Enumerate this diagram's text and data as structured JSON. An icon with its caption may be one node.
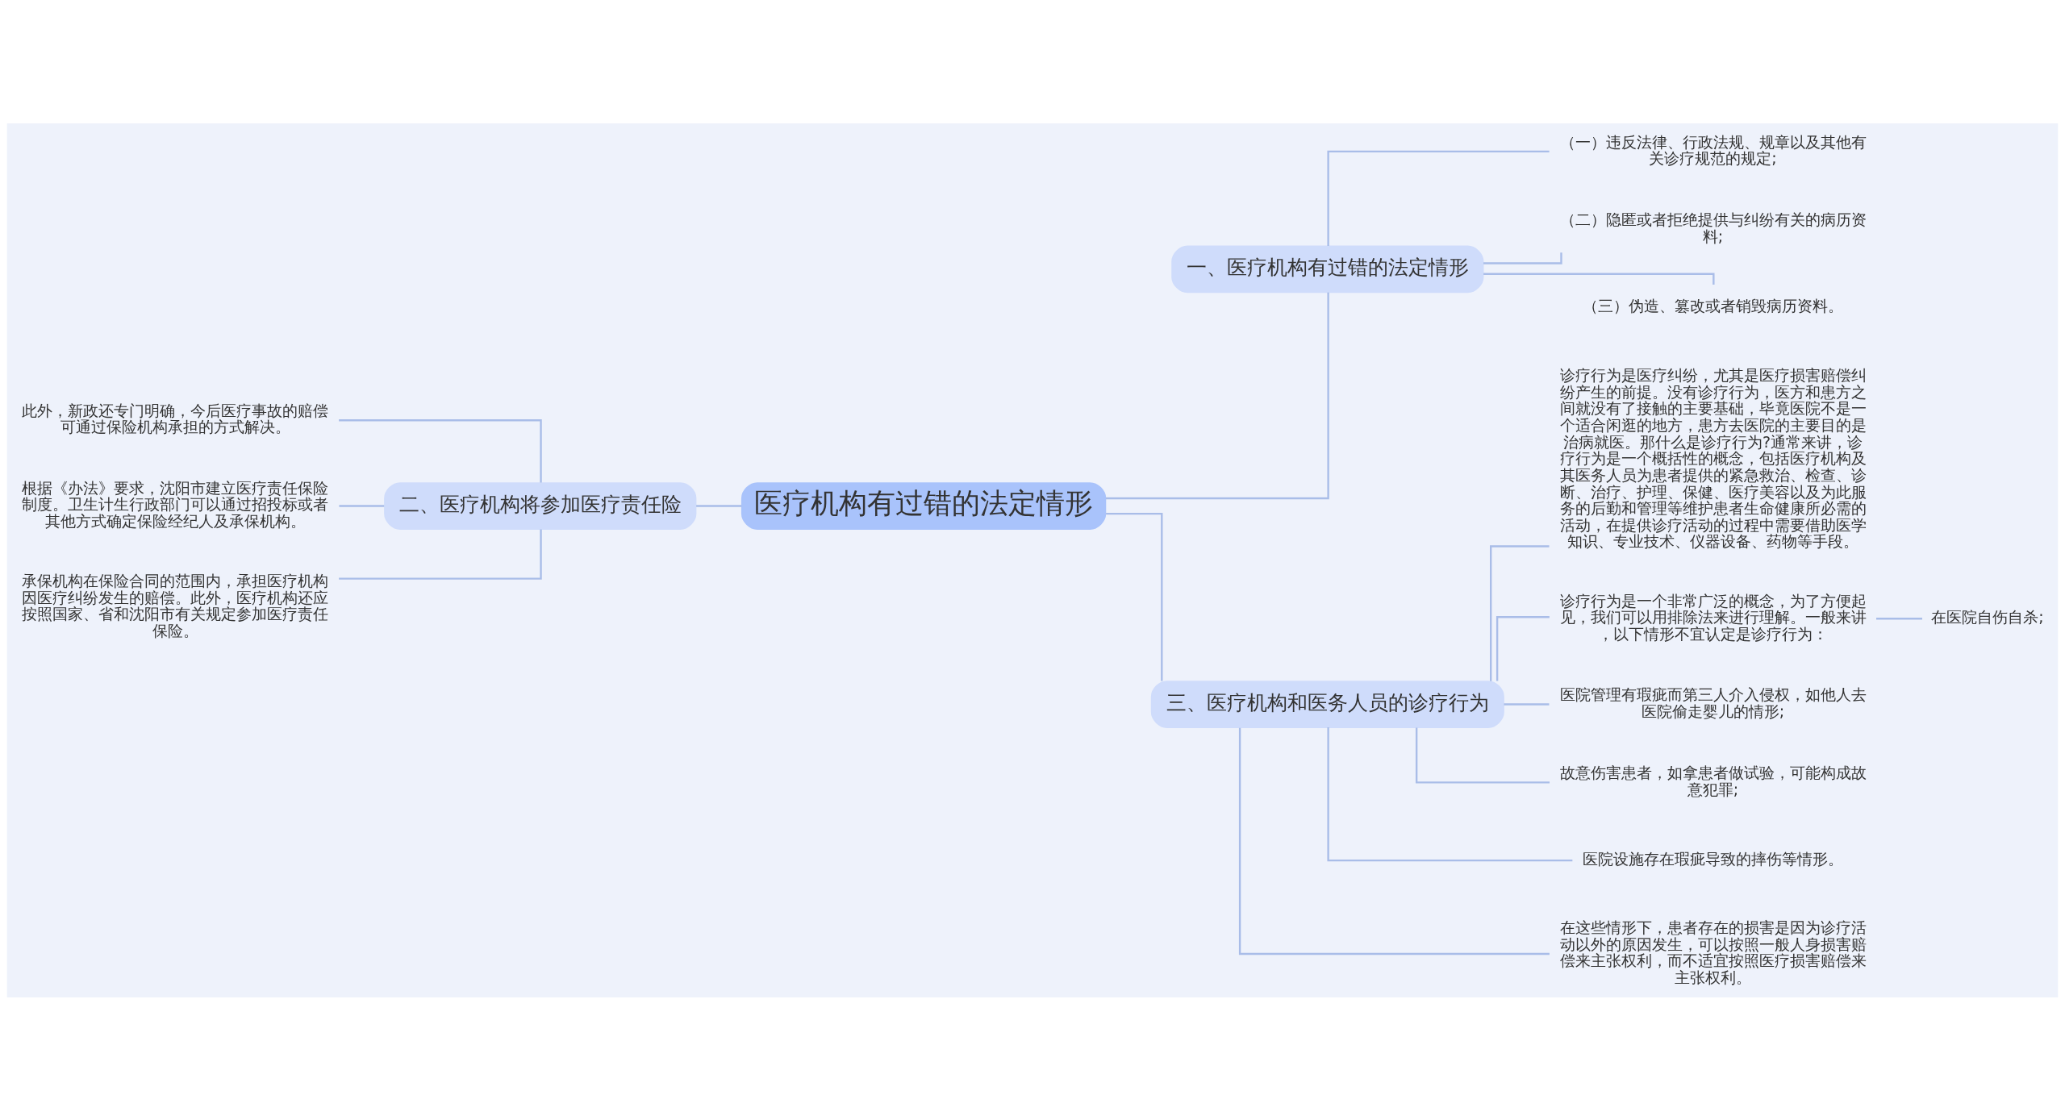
{
  "diagram": {
    "nodes": [
      {
        "text": [
          "医疗机构有过错的法定情形"
        ]
      },
      {
        "text": [
          "一、医疗机构有过错的法定情形"
        ]
      },
      {
        "text": [
          "（一）违反法律、行政法规、规章以及其他有关诊疗规范的规定;"
        ]
      },
      {
        "text": [
          "（二）隐匿或者拒绝提供与纠纷有关的病历资料;"
        ]
      },
      {
        "text": [
          "（三）伪造、篡改或者销毁病历资料。"
        ]
      },
      {
        "text": [
          "二、医疗机构将参加医疗责任险"
        ]
      },
      {
        "text": [
          "此外，新政还专门明确，今后医疗事故的赔偿可通过保险机构承担的方式解决。"
        ]
      },
      {
        "text": [
          "根据《办法》要求，沈阳市建立医疗责任保险制度。卫生计生行政部门可以通过招投标或者其他方式确定保险经纪人及承保机构。"
        ]
      },
      {
        "text": [
          "承保机构在保险合同的范围内，承担医疗机构因医疗纠纷发生的赔偿。此外，医疗机构还应按照国家、省和沈阳市有关规定参加医疗责任保险。"
        ]
      },
      {
        "text": [
          "三、医疗机构和医务人员的诊疗行为"
        ]
      },
      {
        "text": [
          "诊疗行为是医疗纠纷，尤其是医疗损害赔偿纠纷产生的前提。没有诊疗行为，医方和患方之间就没有了接触的主要基础，毕竟医院不是一个适合闲逛的地方，患方去医院的主要目的是治病就医。那什么是诊疗行为?通常来讲，诊疗行为是一个概括性的概念，包括医疗机构及其医务人员为患者提供的紧急救治、检查、诊断、治疗、护理、保健、医疗美容以及为此服务的后勤和管理等维护患者生命健康所必需的活动，在提供诊疗活动的过程中需要借助医学知识、专业技术、仪器设备、药物等手段。"
        ]
      },
      {
        "text": [
          "诊疗行为是一个非常广泛的概念，为了方便起见，我们可以用排除法来进行理解。一般来讲，以下情形不宜认定是诊疗行为："
        ]
      },
      {
        "text": [
          "在医院自伤自杀;"
        ]
      },
      {
        "text": [
          "医院管理有瑕疵而第三人介入侵权，如他人去医院偷走婴儿的情形;"
        ]
      },
      {
        "text": [
          "故意伤害患者，如拿患者做试验，可能构成故意犯罪;"
        ]
      },
      {
        "text": [
          "医院设施存在瑕疵导致的摔伤等情形。"
        ]
      },
      {
        "text": [
          "在这些情形下，患者存在的损害是因为诊疗活动以外的原因发生，可以按照一般人身损害赔偿来主张权利，而不适宜按照医疗损害赔偿来主张权利。"
        ]
      }
    ],
    "edges": [
      {
        "from": 0,
        "to": 1,
        "arrow": "none"
      },
      {
        "from": 1,
        "to": 2,
        "arrow": "none"
      },
      {
        "from": 1,
        "to": 3,
        "arrow": "none"
      },
      {
        "from": 1,
        "to": 4,
        "arrow": "none"
      },
      {
        "from": 0,
        "to": 5,
        "arrow": "none"
      },
      {
        "from": 5,
        "to": 6,
        "arrow": "none"
      },
      {
        "from": 5,
        "to": 7,
        "arrow": "none"
      },
      {
        "from": 5,
        "to": 8,
        "arrow": "none"
      },
      {
        "from": 0,
        "to": 9,
        "arrow": "none"
      },
      {
        "from": 9,
        "to": 10,
        "arrow": "none"
      },
      {
        "from": 9,
        "to": 11,
        "arrow": "none"
      },
      {
        "from": 11,
        "to": 12,
        "arrow": "none"
      },
      {
        "from": 9,
        "to": 13,
        "arrow": "none"
      },
      {
        "from": 9,
        "to": 14,
        "arrow": "none"
      },
      {
        "from": 9,
        "to": 15,
        "arrow": "none"
      },
      {
        "from": 9,
        "to": 16,
        "arrow": "none"
      }
    ]
  }
}
